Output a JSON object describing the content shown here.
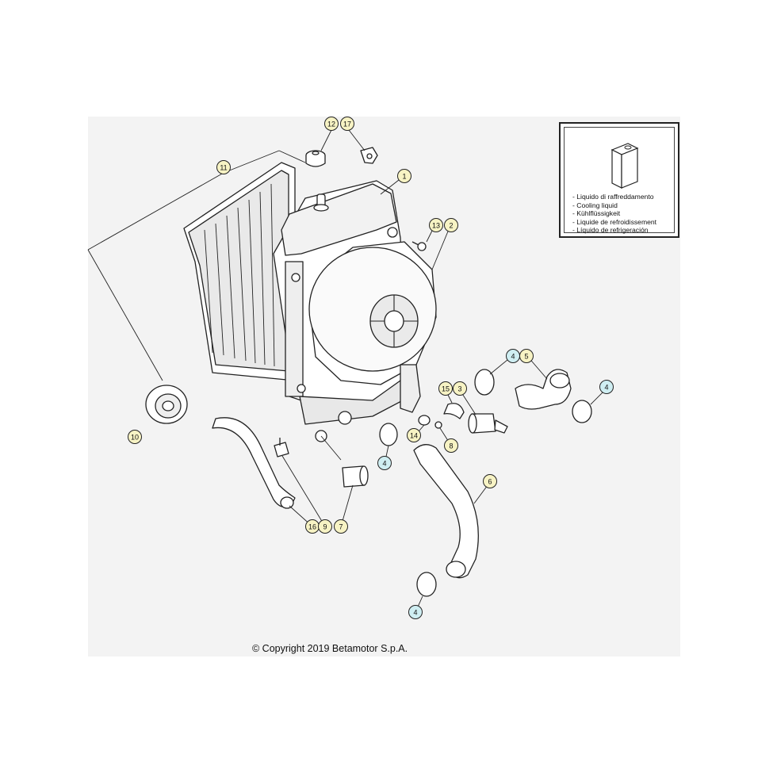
{
  "legend": {
    "icon": "coolant-bottle-icon",
    "lines": [
      "- Liquido di raffreddamento",
      "- Cooling liquid",
      "- Kühlflüssigkeit",
      "- Liquide de refroidissement",
      "- Líquido de refrigeración"
    ]
  },
  "copyright": "© Copyright 2019 Betamotor S.p.A.",
  "colors": {
    "callout_yellow": "#f7f3c4",
    "callout_cyan": "#cfeef2",
    "line": "#222222",
    "background_panel": "#f3f3f3"
  },
  "callouts": [
    {
      "id": "c12",
      "label": "12",
      "color": "yellow"
    },
    {
      "id": "c17",
      "label": "17",
      "color": "yellow"
    },
    {
      "id": "c11",
      "label": "11",
      "color": "yellow"
    },
    {
      "id": "c1",
      "label": "1",
      "color": "yellow"
    },
    {
      "id": "c13",
      "label": "13",
      "color": "yellow"
    },
    {
      "id": "c2",
      "label": "2",
      "color": "yellow"
    },
    {
      "id": "c4a",
      "label": "4",
      "color": "cyan"
    },
    {
      "id": "c5",
      "label": "5",
      "color": "yellow"
    },
    {
      "id": "c4b",
      "label": "4",
      "color": "cyan"
    },
    {
      "id": "c15",
      "label": "15",
      "color": "yellow"
    },
    {
      "id": "c3",
      "label": "3",
      "color": "yellow"
    },
    {
      "id": "c10",
      "label": "10",
      "color": "yellow"
    },
    {
      "id": "c14",
      "label": "14",
      "color": "yellow"
    },
    {
      "id": "c8",
      "label": "8",
      "color": "yellow"
    },
    {
      "id": "c4c",
      "label": "4",
      "color": "cyan"
    },
    {
      "id": "c6",
      "label": "6",
      "color": "yellow"
    },
    {
      "id": "c16",
      "label": "16",
      "color": "yellow"
    },
    {
      "id": "c9",
      "label": "9",
      "color": "yellow"
    },
    {
      "id": "c7",
      "label": "7",
      "color": "yellow"
    },
    {
      "id": "c4d",
      "label": "4",
      "color": "cyan"
    }
  ]
}
